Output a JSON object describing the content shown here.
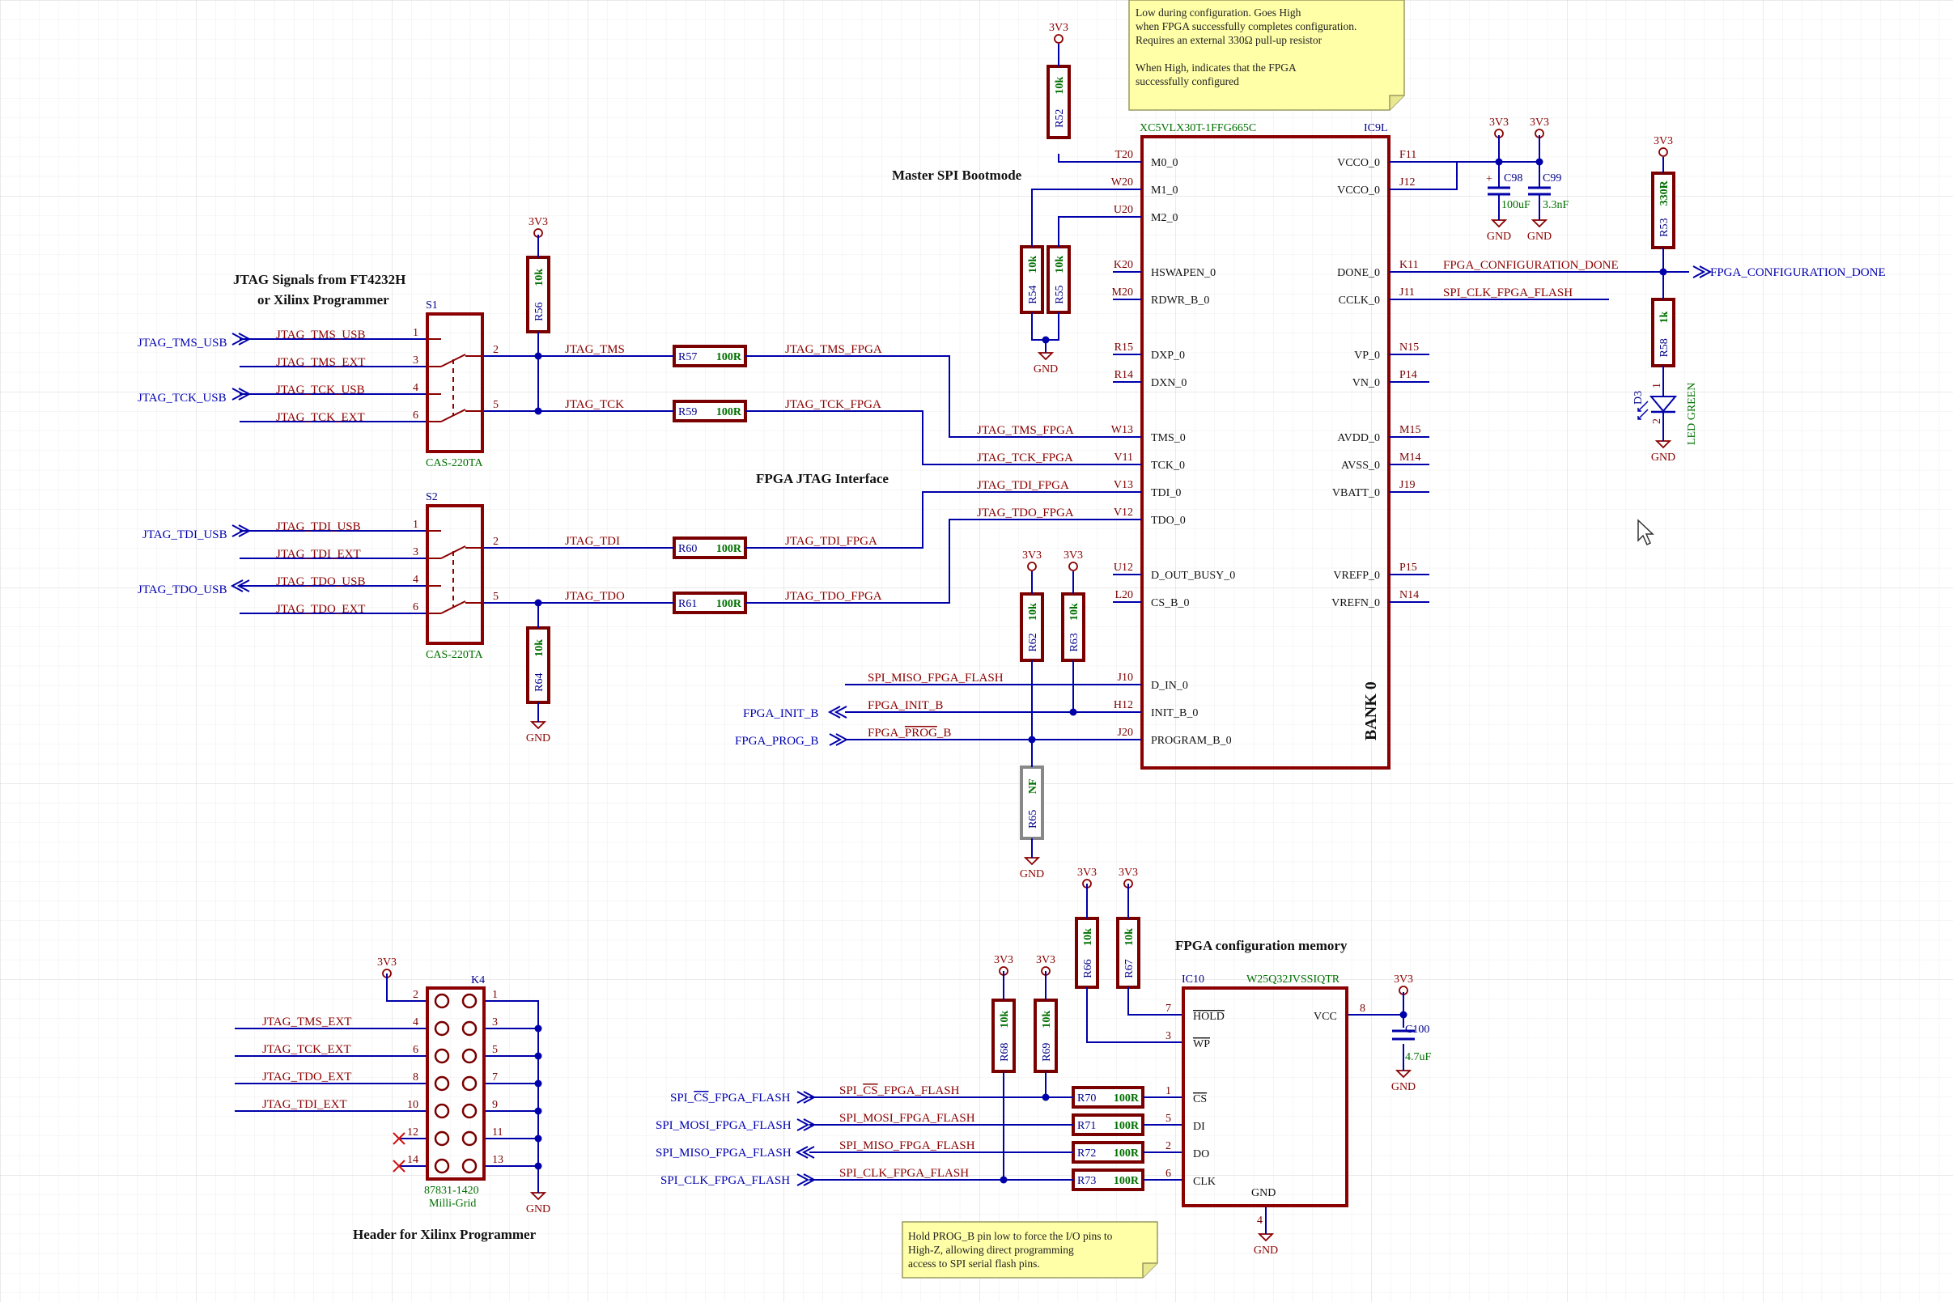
{
  "headings": {
    "jtag_signals_line1": "JTAG Signals from FT4232H",
    "jtag_signals_line2": "or Xilinx Programmer",
    "master_spi": "Master SPI Bootmode",
    "fpga_jtag": "FPGA JTAG Interface",
    "config_memory": "FPGA configuration memory",
    "xilinx_header": "Header for Xilinx Programmer"
  },
  "notes": {
    "done_note": [
      "Low during configuration. Goes High",
      "when FPGA successfully completes configuration.",
      "Requires an external 330Ω pull-up resistor",
      "",
      "When High, indicates that the FPGA",
      "successfully configured"
    ],
    "prog_note": [
      "Hold PROG_B pin low to force the I/O pins to",
      "High-Z, allowing direct programming",
      "access to SPI serial flash pins."
    ]
  },
  "fpga": {
    "ref": "IC9L",
    "part": "XC5VLX30T-1FFG665C",
    "bank": "BANK 0",
    "left_pins": [
      {
        "num": "T20",
        "name": "M0_0"
      },
      {
        "num": "W20",
        "name": "M1_0"
      },
      {
        "num": "U20",
        "name": "M2_0"
      },
      {
        "num": "K20",
        "name": "HSWAPEN_0"
      },
      {
        "num": "M20",
        "name": "RDWR_B_0"
      },
      {
        "num": "R15",
        "name": "DXP_0"
      },
      {
        "num": "R14",
        "name": "DXN_0"
      },
      {
        "num": "W13",
        "name": "TMS_0"
      },
      {
        "num": "V11",
        "name": "TCK_0"
      },
      {
        "num": "V13",
        "name": "TDI_0"
      },
      {
        "num": "V12",
        "name": "TDO_0"
      },
      {
        "num": "U12",
        "name": "D_OUT_BUSY_0"
      },
      {
        "num": "L20",
        "name": "CS_B_0"
      },
      {
        "num": "J10",
        "name": "D_IN_0"
      },
      {
        "num": "H12",
        "name": "INIT_B_0"
      },
      {
        "num": "J20",
        "name": "PROGRAM_B_0"
      }
    ],
    "right_pins": [
      {
        "num": "F11",
        "name": "VCCO_0"
      },
      {
        "num": "J12",
        "name": "VCCO_0"
      },
      {
        "num": "K11",
        "name": "DONE_0"
      },
      {
        "num": "J11",
        "name": "CCLK_0"
      },
      {
        "num": "N15",
        "name": "VP_0"
      },
      {
        "num": "P14",
        "name": "VN_0"
      },
      {
        "num": "M15",
        "name": "AVDD_0"
      },
      {
        "num": "M14",
        "name": "AVSS_0"
      },
      {
        "num": "J19",
        "name": "VBATT_0"
      },
      {
        "num": "P15",
        "name": "VREFP_0"
      },
      {
        "num": "N14",
        "name": "VREFN_0"
      }
    ]
  },
  "flash": {
    "ref": "IC10",
    "part": "W25Q32JVSSIQTR",
    "pins": {
      "hold": "HOLD",
      "hold_num": "7",
      "wp": "WP",
      "wp_num": "3",
      "cs": "CS",
      "cs_num": "1",
      "di": "DI",
      "di_num": "5",
      "do": "DO",
      "do_num": "2",
      "clk": "CLK",
      "clk_num": "6",
      "vcc": "VCC",
      "vcc_num": "8",
      "gnd": "GND",
      "gnd_num": "4"
    }
  },
  "switches": [
    {
      "ref": "S1",
      "part": "CAS-220TA",
      "pins": [
        "1",
        "3",
        "4",
        "6",
        "2",
        "5"
      ]
    },
    {
      "ref": "S2",
      "part": "CAS-220TA",
      "pins": [
        "1",
        "3",
        "4",
        "6",
        "2",
        "5"
      ]
    }
  ],
  "header": {
    "ref": "K4",
    "part": "87831-1420",
    "part2": "Milli-Grid",
    "left_pins": [
      "2",
      "4",
      "6",
      "8",
      "10",
      "12",
      "14"
    ],
    "right_pins": [
      "1",
      "3",
      "5",
      "7",
      "9",
      "11",
      "13"
    ]
  },
  "resistors": {
    "R52": "10k",
    "R54": "10k",
    "R55": "10k",
    "R56": "10k",
    "R57": "100R",
    "R59": "100R",
    "R60": "100R",
    "R61": "100R",
    "R62": "10k",
    "R63": "10k",
    "R64": "10k",
    "R65": "NF",
    "R53": "330R",
    "R58": "1k",
    "R66": "10k",
    "R67": "10k",
    "R68": "10k",
    "R69": "10k",
    "R70": "100R",
    "R71": "100R",
    "R72": "100R",
    "R73": "100R"
  },
  "capacitors": {
    "C98": "C98",
    "C98_val": "100uF",
    "C99": "C99",
    "C99_val": "3.3nF",
    "C100": "C100",
    "C100_val": "4.7uF"
  },
  "led": {
    "ref": "D3",
    "part": "LED GREEN",
    "pin1": "1",
    "pin2": "2"
  },
  "power": {
    "v3": "3V3",
    "gnd": "GND"
  },
  "nets": {
    "jtag_tms_usb": "JTAG_TMS_USB",
    "jtag_tms_ext": "JTAG_TMS_EXT",
    "jtag_tck_usb": "JTAG_TCK_USB",
    "jtag_tck_ext": "JTAG_TCK_EXT",
    "jtag_tdi_usb": "JTAG_TDI_USB",
    "jtag_tdi_ext": "JTAG_TDI_EXT",
    "jtag_tdo_usb": "JTAG_TDO_USB",
    "jtag_tdo_ext": "JTAG_TDO_EXT",
    "jtag_tms": "JTAG_TMS",
    "jtag_tck": "JTAG_TCK",
    "jtag_tdi": "JTAG_TDI",
    "jtag_tdo": "JTAG_TDO",
    "jtag_tms_fpga": "JTAG_TMS_FPGA",
    "jtag_tck_fpga": "JTAG_TCK_FPGA",
    "jtag_tdi_fpga": "JTAG_TDI_FPGA",
    "jtag_tdo_fpga": "JTAG_TDO_FPGA",
    "spi_miso_fpga_flash": "SPI_MISO_FPGA_FLASH",
    "fpga_init_b": "FPGA_INIT_B",
    "fpga_prog_b": "FPGA_PROG_B",
    "fpga_config_done": "FPGA_CONFIGURATION_DONE",
    "spi_clk_fpga_flash": "SPI_CLK_FPGA_FLASH",
    "spi_cs_fpga_flash": "SPI_CS_FPGA_FLASH",
    "spi_mosi_fpga_flash": "SPI_MOSI_FPGA_FLASH"
  },
  "colors": {
    "wire": "#0000aa",
    "body": "#8b0000",
    "net": "#8b0000",
    "port": "#0000b0",
    "note": "#ffffa8"
  }
}
